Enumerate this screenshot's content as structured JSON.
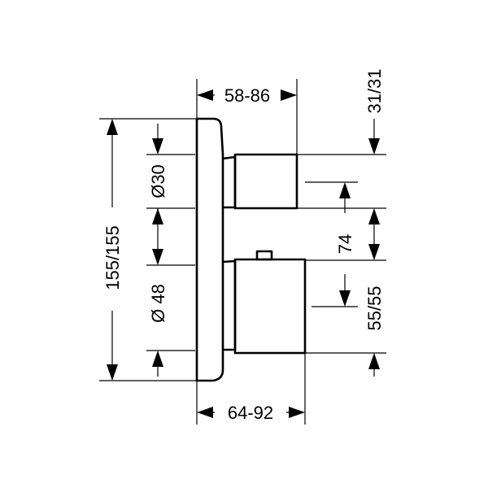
{
  "drawing": {
    "dim_top": "58-86",
    "dim_bottom": "64-92",
    "dim_height": "155/155",
    "dim_upper_diameter": "Ø30",
    "dim_lower_diameter": "Ø 48",
    "dim_right_top": "31/31",
    "dim_spacing": "74",
    "dim_right_bottom": "55/55"
  }
}
